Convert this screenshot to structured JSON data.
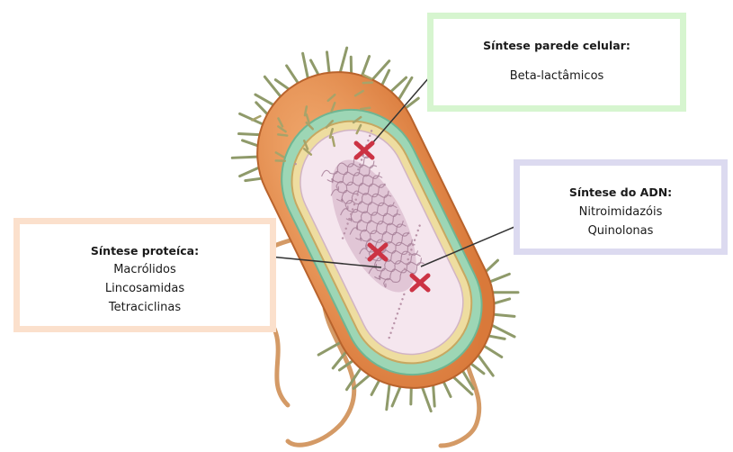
{
  "colors": {
    "outer_membrane": "#e08a45",
    "cell_wall": "#9dd6b5",
    "plasma_membrane": "#eedda0",
    "cytoplasm": "#f5e6ee",
    "nucleoid": "#a27a93",
    "target_mark": "#cc3344",
    "box_wall_border": "#d6f5cf",
    "box_dna_border": "#dcdaf0",
    "box_protein_border": "#fbe0cc"
  },
  "labels": {
    "cell_wall": {
      "title": "Síntese parede celular:",
      "items": [
        "Beta-lactâmicos"
      ]
    },
    "dna": {
      "title": "Síntese do ADN:",
      "items": [
        "Nitroimidazóis",
        "Quinolonas"
      ]
    },
    "protein": {
      "title": "Síntese proteíca:",
      "items": [
        "Macrólidos",
        "Lincosamidas",
        "Tetraciclinas"
      ]
    }
  }
}
